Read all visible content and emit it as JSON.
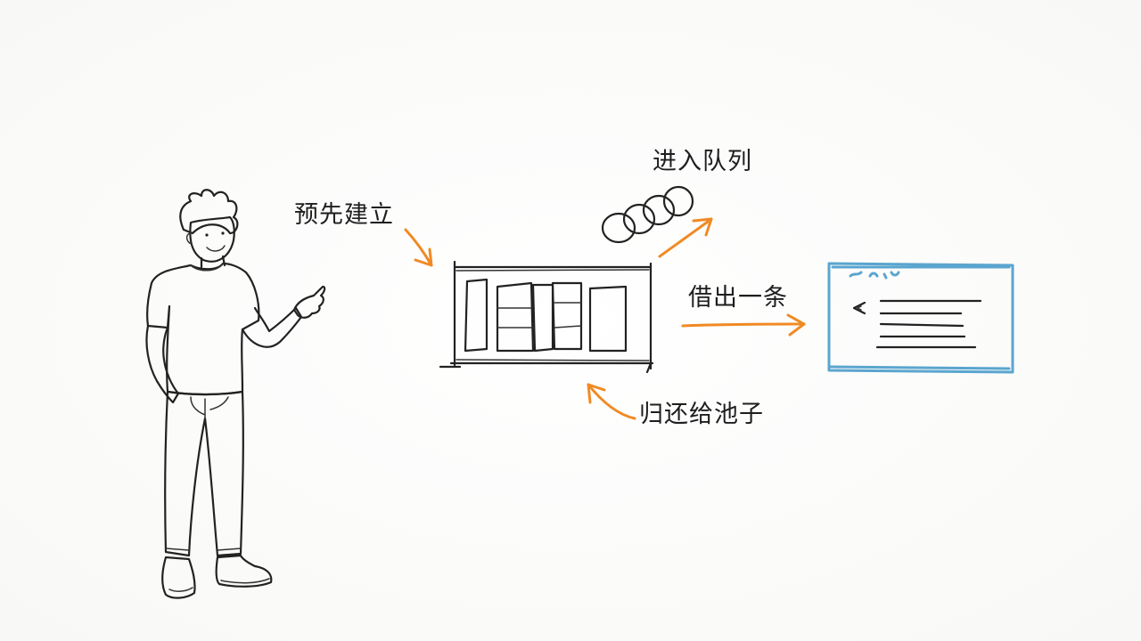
{
  "labels": {
    "prebuild": "预先建立",
    "enqueue": "进入队列",
    "borrow": "借出一条",
    "return": "归还给池子"
  },
  "colors": {
    "arrow": "#f08a24",
    "window_border": "#5aa5cf",
    "pants": "#6b6b6b",
    "shoes": "#2f73c9",
    "ink": "#222222"
  },
  "icons": {
    "person": "person-pointing-icon",
    "pool": "connection-pool-icon",
    "queue": "queue-circles-icon",
    "window": "app-window-icon"
  }
}
